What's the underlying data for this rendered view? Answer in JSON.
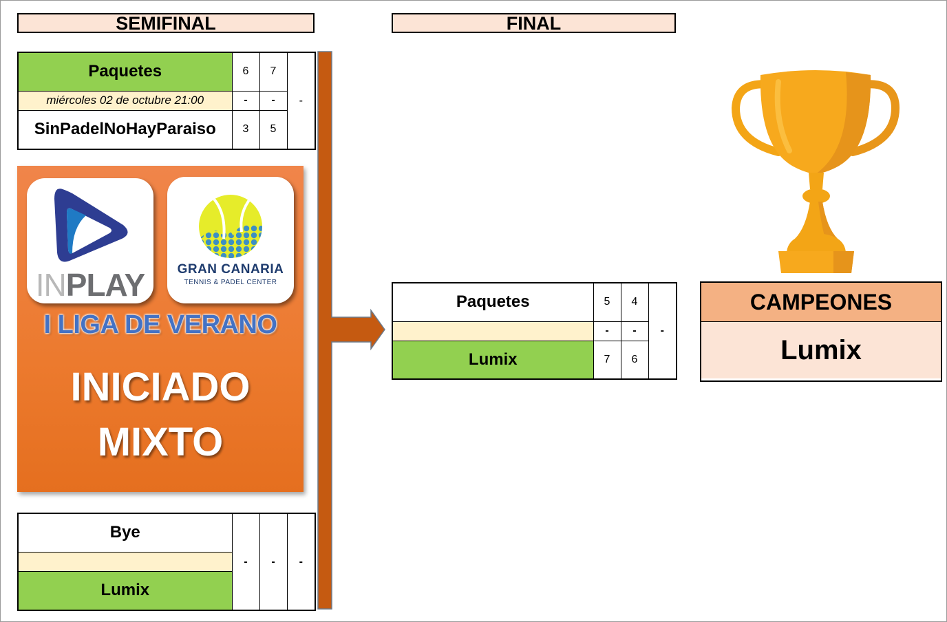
{
  "rounds": {
    "semifinal_title": "SEMIFINAL",
    "final_title": "FINAL"
  },
  "semifinal": [
    {
      "team1": "Paquetes",
      "team1_winner": true,
      "date": "miércoles 02 de octubre 21:00",
      "team2": "SinPadelNoHayParaiso",
      "team2_winner": false,
      "sets_team1": [
        "6",
        "7",
        ""
      ],
      "sets_sep": [
        "-",
        "-",
        "-"
      ],
      "sets_team2": [
        "3",
        "5",
        ""
      ]
    },
    {
      "team1": "Bye",
      "team1_winner": false,
      "date": "",
      "team2": "Lumix",
      "team2_winner": true,
      "sets_team1": [
        "",
        "",
        ""
      ],
      "sets_sep": [
        "-",
        "-",
        "-"
      ],
      "sets_team2": [
        "",
        "",
        ""
      ]
    }
  ],
  "final": {
    "team1": "Paquetes",
    "team1_winner": false,
    "date": "",
    "team2": "Lumix",
    "team2_winner": true,
    "sets_team1": [
      "5",
      "4",
      ""
    ],
    "sets_sep": [
      "-",
      "-",
      "-"
    ],
    "sets_team2": [
      "7",
      "6",
      ""
    ]
  },
  "promo": {
    "logo1_in": "IN",
    "logo1_play": "PLAY",
    "logo2_title": "GRAN CANARIA",
    "logo2_subtitle": "TENNIS & PADEL CENTER",
    "league": "I LIGA DE VERANO",
    "category_line1": "INICIADO",
    "category_line2": "MIXTO"
  },
  "champions": {
    "label": "CAMPEONES",
    "name": "Lumix"
  },
  "colors": {
    "winner_green": "#92d050",
    "date_cream": "#fff2cc",
    "header_peach": "#fce4d6",
    "champ_header": "#f4b183",
    "bracket_connector": "#c55a11",
    "promo_orange": "#ec7a2e",
    "league_blue": "#4472c4",
    "trophy_gold": "#f7a91d"
  }
}
